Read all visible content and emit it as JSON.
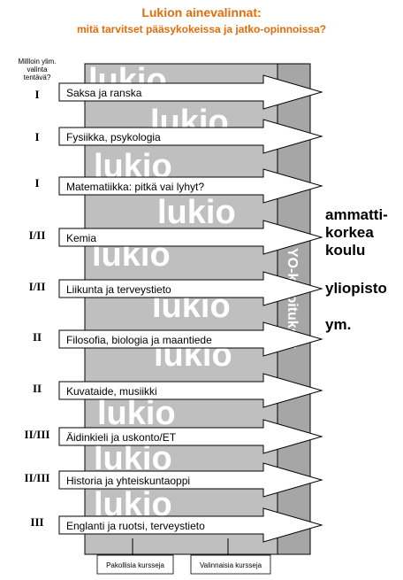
{
  "title": {
    "line1": "Lukion ainevalinnat:",
    "line2": "mitä tarvitset  pääsykokeissa  ja jatko-opinnoissa?",
    "color": "#e46c0a"
  },
  "question_header": [
    "Millloin ylim.",
    "valinta",
    "tentävä?"
  ],
  "watermark_word": "lukio",
  "yo_label": "YO-kirjoitukset",
  "rows": [
    {
      "level": "I",
      "subject": "Saksa ja ranska"
    },
    {
      "level": "I",
      "subject": "Fysiikka, psykologia"
    },
    {
      "level": "I",
      "subject": "Matematiikka:  pitkä vai lyhyt?"
    },
    {
      "level": "I/II",
      "subject": "Kemia"
    },
    {
      "level": "I/II",
      "subject": "Liikunta ja terveystieto"
    },
    {
      "level": "II",
      "subject": "Filosofia, biologia ja maantiede"
    },
    {
      "level": "II",
      "subject": "Kuvataide,  musiikki"
    },
    {
      "level": "II/III",
      "subject": "Äidinkieli ja uskonto/ET"
    },
    {
      "level": "II/III",
      "subject": "Historia ja yhteiskuntaoppi"
    },
    {
      "level": "III",
      "subject": "Englanti ja ruotsi,  terveystieto"
    }
  ],
  "destinations": [
    "ammatti-",
    "korkea",
    "koulu",
    "yliopisto",
    "ym."
  ],
  "footer": {
    "mandatory": "Pakollisia kursseja",
    "optional": "Valinnaisia kursseja"
  },
  "colors": {
    "lukio_block": "#bfbfbf",
    "yo_column": "#a6a6a6",
    "arrow_fill": "#ffffff",
    "border": "#000000"
  }
}
